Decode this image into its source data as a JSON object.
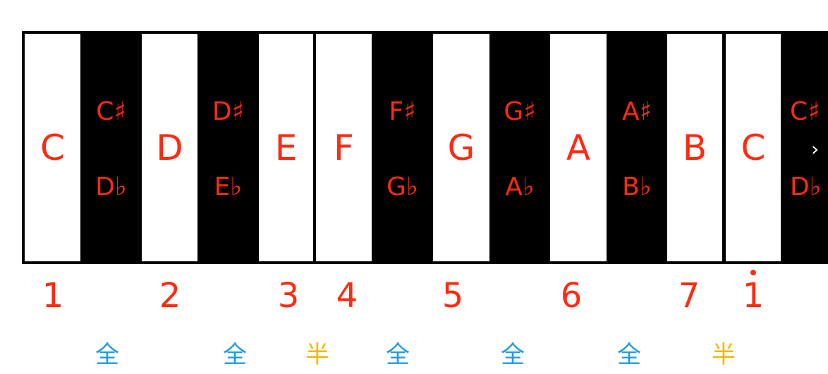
{
  "keys": {
    "white": [
      "C",
      "D",
      "E",
      "F",
      "G",
      "A",
      "B",
      "C"
    ],
    "black": [
      {
        "sharp": "C♯",
        "flat": "D♭"
      },
      {
        "sharp": "D♯",
        "flat": "E♭"
      },
      {
        "sharp": "F♯",
        "flat": "G♭"
      },
      {
        "sharp": "G♯",
        "flat": "A♭"
      },
      {
        "sharp": "A♯",
        "flat": "B♭"
      },
      {
        "sharp": "C♯",
        "flat": "D♭"
      }
    ]
  },
  "degrees": [
    "1",
    "2",
    "3",
    "4",
    "5",
    "6",
    "7",
    "1"
  ],
  "steps": [
    {
      "label": "全",
      "color": "#1e9be0"
    },
    {
      "label": "全",
      "color": "#1e9be0"
    },
    {
      "label": "半",
      "color": "#f5b700"
    },
    {
      "label": "全",
      "color": "#1e9be0"
    },
    {
      "label": "全",
      "color": "#1e9be0"
    },
    {
      "label": "全",
      "color": "#1e9be0"
    },
    {
      "label": "半",
      "color": "#f5b700"
    }
  ],
  "colors": {
    "label": "#ff2a12",
    "key_black": "#000000",
    "key_white": "#ffffff"
  },
  "icons": {
    "next": "chevron-right-icon"
  }
}
